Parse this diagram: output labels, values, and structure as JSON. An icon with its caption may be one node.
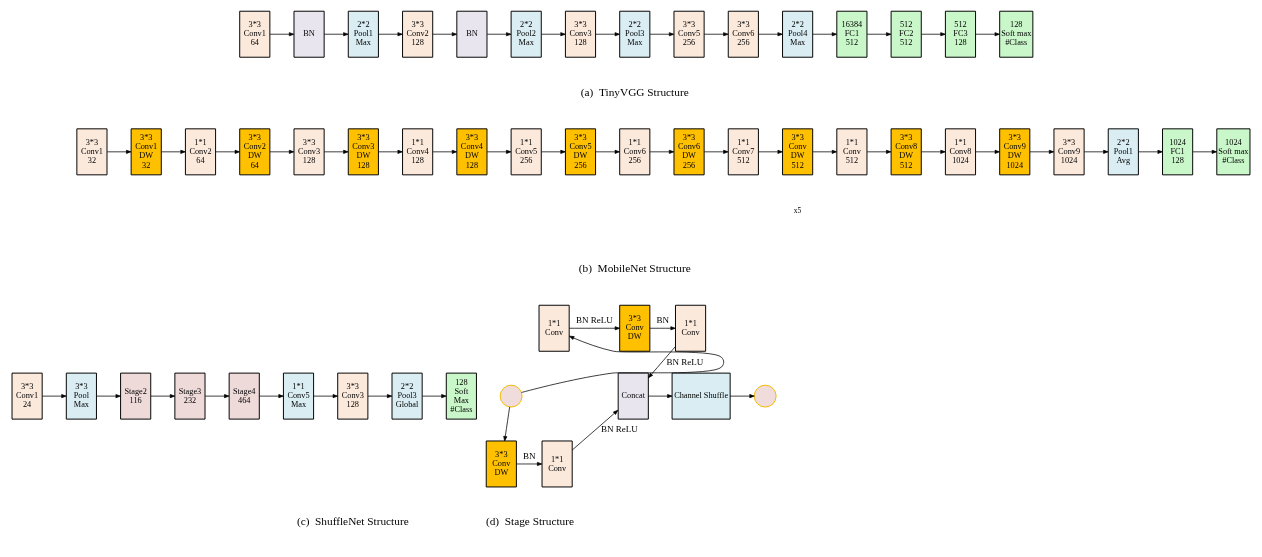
{
  "diagram": {
    "nodes": [
      {
        "text": [
          "3*3",
          "Conv1",
          "64"
        ]
      },
      {
        "text": [
          "BN"
        ]
      },
      {
        "text": [
          "2*2",
          "Pool1",
          "Max"
        ]
      },
      {
        "text": [
          "3*3",
          "Conv2",
          "128"
        ]
      },
      {
        "text": [
          "BN"
        ]
      },
      {
        "text": [
          "2*2",
          "Pool2",
          "Max"
        ]
      },
      {
        "text": [
          "3*3",
          "Conv3",
          "128"
        ]
      },
      {
        "text": [
          "2*2",
          "Pool3",
          "Max"
        ]
      },
      {
        "text": [
          "3*3",
          "Conv5",
          "256"
        ]
      },
      {
        "text": [
          "3*3",
          "Conv6",
          "256"
        ]
      },
      {
        "text": [
          "2*2",
          "Pool4",
          "Max"
        ]
      },
      {
        "text": [
          "16384",
          "FC1",
          "512"
        ]
      },
      {
        "text": [
          "512",
          "FC2",
          "512"
        ]
      },
      {
        "text": [
          "512",
          "FC3",
          "128"
        ]
      },
      {
        "text": [
          "128",
          "Soft max",
          "#Class"
        ]
      },
      {
        "text": [
          "3*3",
          "Conv1",
          "32"
        ]
      },
      {
        "text": [
          "3*3",
          "Conv1",
          "DW",
          "32"
        ]
      },
      {
        "text": [
          "1*1",
          "Conv2",
          "64"
        ]
      },
      {
        "text": [
          "3*3",
          "Conv2",
          "DW",
          "64"
        ]
      },
      {
        "text": [
          "3*3",
          "Conv3",
          "128"
        ]
      },
      {
        "text": [
          "3*3",
          "Conv3",
          "DW",
          "128"
        ]
      },
      {
        "text": [
          "1*1",
          "Conv4",
          "128"
        ]
      },
      {
        "text": [
          "3*3",
          "Conv4",
          "DW",
          "128"
        ]
      },
      {
        "text": [
          "1*1",
          "Conv5",
          "256"
        ]
      },
      {
        "text": [
          "3*3",
          "Conv5",
          "DW",
          "256"
        ]
      },
      {
        "text": [
          "1*1",
          "Conv6",
          "256"
        ]
      },
      {
        "text": [
          "3*3",
          "Conv6",
          "DW",
          "256"
        ]
      },
      {
        "text": [
          "1*1",
          "Conv7",
          "512"
        ]
      },
      {
        "text": [
          "3*3",
          "Conv",
          "DW",
          "512"
        ]
      },
      {
        "text": [
          "1*1",
          "Conv",
          "512"
        ]
      },
      {
        "text": [
          "3*3",
          "Conv8",
          "DW",
          "512"
        ]
      },
      {
        "text": [
          "1*1",
          "Conv8",
          "1024"
        ]
      },
      {
        "text": [
          "3*3",
          "Conv9",
          "DW",
          "1024"
        ]
      },
      {
        "text": [
          "3*3",
          "Conv9",
          "1024"
        ]
      },
      {
        "text": [
          "2*2",
          "Pool1",
          "Avg"
        ]
      },
      {
        "text": [
          "1024",
          "FC1",
          "128"
        ]
      },
      {
        "text": [
          "1024",
          "Soft max",
          "#Class"
        ]
      },
      {
        "text": [
          "3*3",
          "Conv1",
          "24"
        ]
      },
      {
        "text": [
          "3*3",
          "Pool",
          "Max"
        ]
      },
      {
        "text": [
          "Stage2",
          "116"
        ]
      },
      {
        "text": [
          "Stage3",
          "232"
        ]
      },
      {
        "text": [
          "Stage4",
          "464"
        ]
      },
      {
        "text": [
          "1*1",
          "Conv5",
          "Max"
        ]
      },
      {
        "text": [
          "3*3",
          "Conv3",
          "128"
        ]
      },
      {
        "text": [
          "2*2",
          "Pool3",
          "Global"
        ]
      },
      {
        "text": [
          "128",
          "Soft",
          "Max",
          "#Class"
        ]
      },
      {
        "text": [],
        "shape": "circle"
      },
      {
        "text": [
          "1*1",
          "Conv"
        ]
      },
      {
        "text": [
          "3*3",
          "Conv",
          "DW"
        ]
      },
      {
        "text": [
          "1*1",
          "Conv"
        ]
      },
      {
        "text": [
          "3*3",
          "Conv",
          "DW"
        ]
      },
      {
        "text": [
          "1*1",
          "Conv"
        ]
      },
      {
        "text": [
          "Concat"
        ]
      },
      {
        "text": [
          "Channel Shuffle"
        ]
      },
      {
        "text": [],
        "shape": "circle"
      }
    ],
    "edges": [
      {
        "from": 0,
        "to": 1,
        "arrow": "to"
      },
      {
        "from": 1,
        "to": 2,
        "arrow": "to"
      },
      {
        "from": 2,
        "to": 3,
        "arrow": "to"
      },
      {
        "from": 3,
        "to": 4,
        "arrow": "to"
      },
      {
        "from": 4,
        "to": 5,
        "arrow": "to"
      },
      {
        "from": 5,
        "to": 6,
        "arrow": "to"
      },
      {
        "from": 6,
        "to": 7,
        "arrow": "to"
      },
      {
        "from": 7,
        "to": 8,
        "arrow": "to"
      },
      {
        "from": 8,
        "to": 9,
        "arrow": "to"
      },
      {
        "from": 9,
        "to": 10,
        "arrow": "to"
      },
      {
        "from": 10,
        "to": 11,
        "arrow": "to"
      },
      {
        "from": 11,
        "to": 12,
        "arrow": "to"
      },
      {
        "from": 12,
        "to": 13,
        "arrow": "to"
      },
      {
        "from": 13,
        "to": 14,
        "arrow": "to"
      },
      {
        "from": 15,
        "to": 16,
        "arrow": "to"
      },
      {
        "from": 16,
        "to": 17,
        "arrow": "to"
      },
      {
        "from": 17,
        "to": 18,
        "arrow": "to"
      },
      {
        "from": 18,
        "to": 19,
        "arrow": "to"
      },
      {
        "from": 19,
        "to": 20,
        "arrow": "to"
      },
      {
        "from": 20,
        "to": 21,
        "arrow": "to"
      },
      {
        "from": 21,
        "to": 22,
        "arrow": "to"
      },
      {
        "from": 22,
        "to": 23,
        "arrow": "to"
      },
      {
        "from": 23,
        "to": 24,
        "arrow": "to"
      },
      {
        "from": 24,
        "to": 25,
        "arrow": "to"
      },
      {
        "from": 25,
        "to": 26,
        "arrow": "to"
      },
      {
        "from": 26,
        "to": 27,
        "arrow": "to"
      },
      {
        "from": 27,
        "to": 28,
        "arrow": "to"
      },
      {
        "from": 28,
        "to": 29,
        "arrow": "to"
      },
      {
        "from": 29,
        "to": 30,
        "arrow": "to"
      },
      {
        "from": 30,
        "to": 31,
        "arrow": "to"
      },
      {
        "from": 31,
        "to": 32,
        "arrow": "to"
      },
      {
        "from": 32,
        "to": 33,
        "arrow": "to"
      },
      {
        "from": 33,
        "to": 34,
        "arrow": "to"
      },
      {
        "from": 34,
        "to": 35,
        "arrow": "to"
      },
      {
        "from": 35,
        "to": 36,
        "arrow": "to"
      },
      {
        "from": 37,
        "to": 38,
        "arrow": "to"
      },
      {
        "from": 38,
        "to": 39,
        "arrow": "to"
      },
      {
        "from": 39,
        "to": 40,
        "arrow": "to"
      },
      {
        "from": 40,
        "to": 41,
        "arrow": "to"
      },
      {
        "from": 41,
        "to": 42,
        "arrow": "to"
      },
      {
        "from": 42,
        "to": 43,
        "arrow": "to"
      },
      {
        "from": 43,
        "to": 44,
        "arrow": "to"
      },
      {
        "from": 44,
        "to": 45,
        "arrow": "to"
      },
      {
        "from": 46,
        "to": 47,
        "arrow": "to"
      },
      {
        "from": 47,
        "to": 48,
        "label": "BN ReLU",
        "arrow": "to"
      },
      {
        "from": 48,
        "to": 49,
        "label": "BN",
        "arrow": "to"
      },
      {
        "from": 49,
        "to": 52,
        "label": "BN ReLU",
        "arrow": "to"
      },
      {
        "from": 46,
        "to": 50,
        "arrow": "to"
      },
      {
        "from": 50,
        "to": 51,
        "label": "BN",
        "arrow": "to"
      },
      {
        "from": 51,
        "to": 52,
        "label": "BN ReLU",
        "arrow": "to"
      },
      {
        "from": 52,
        "to": 53,
        "arrow": "to"
      },
      {
        "from": 53,
        "to": 54,
        "arrow": "to"
      }
    ],
    "labels": [
      "(a)  TinyVGG Structure",
      "x5",
      "(b)  MobileNet Structure",
      "(c)  ShuffleNet Structure",
      "(d)  Stage Structure"
    ]
  }
}
